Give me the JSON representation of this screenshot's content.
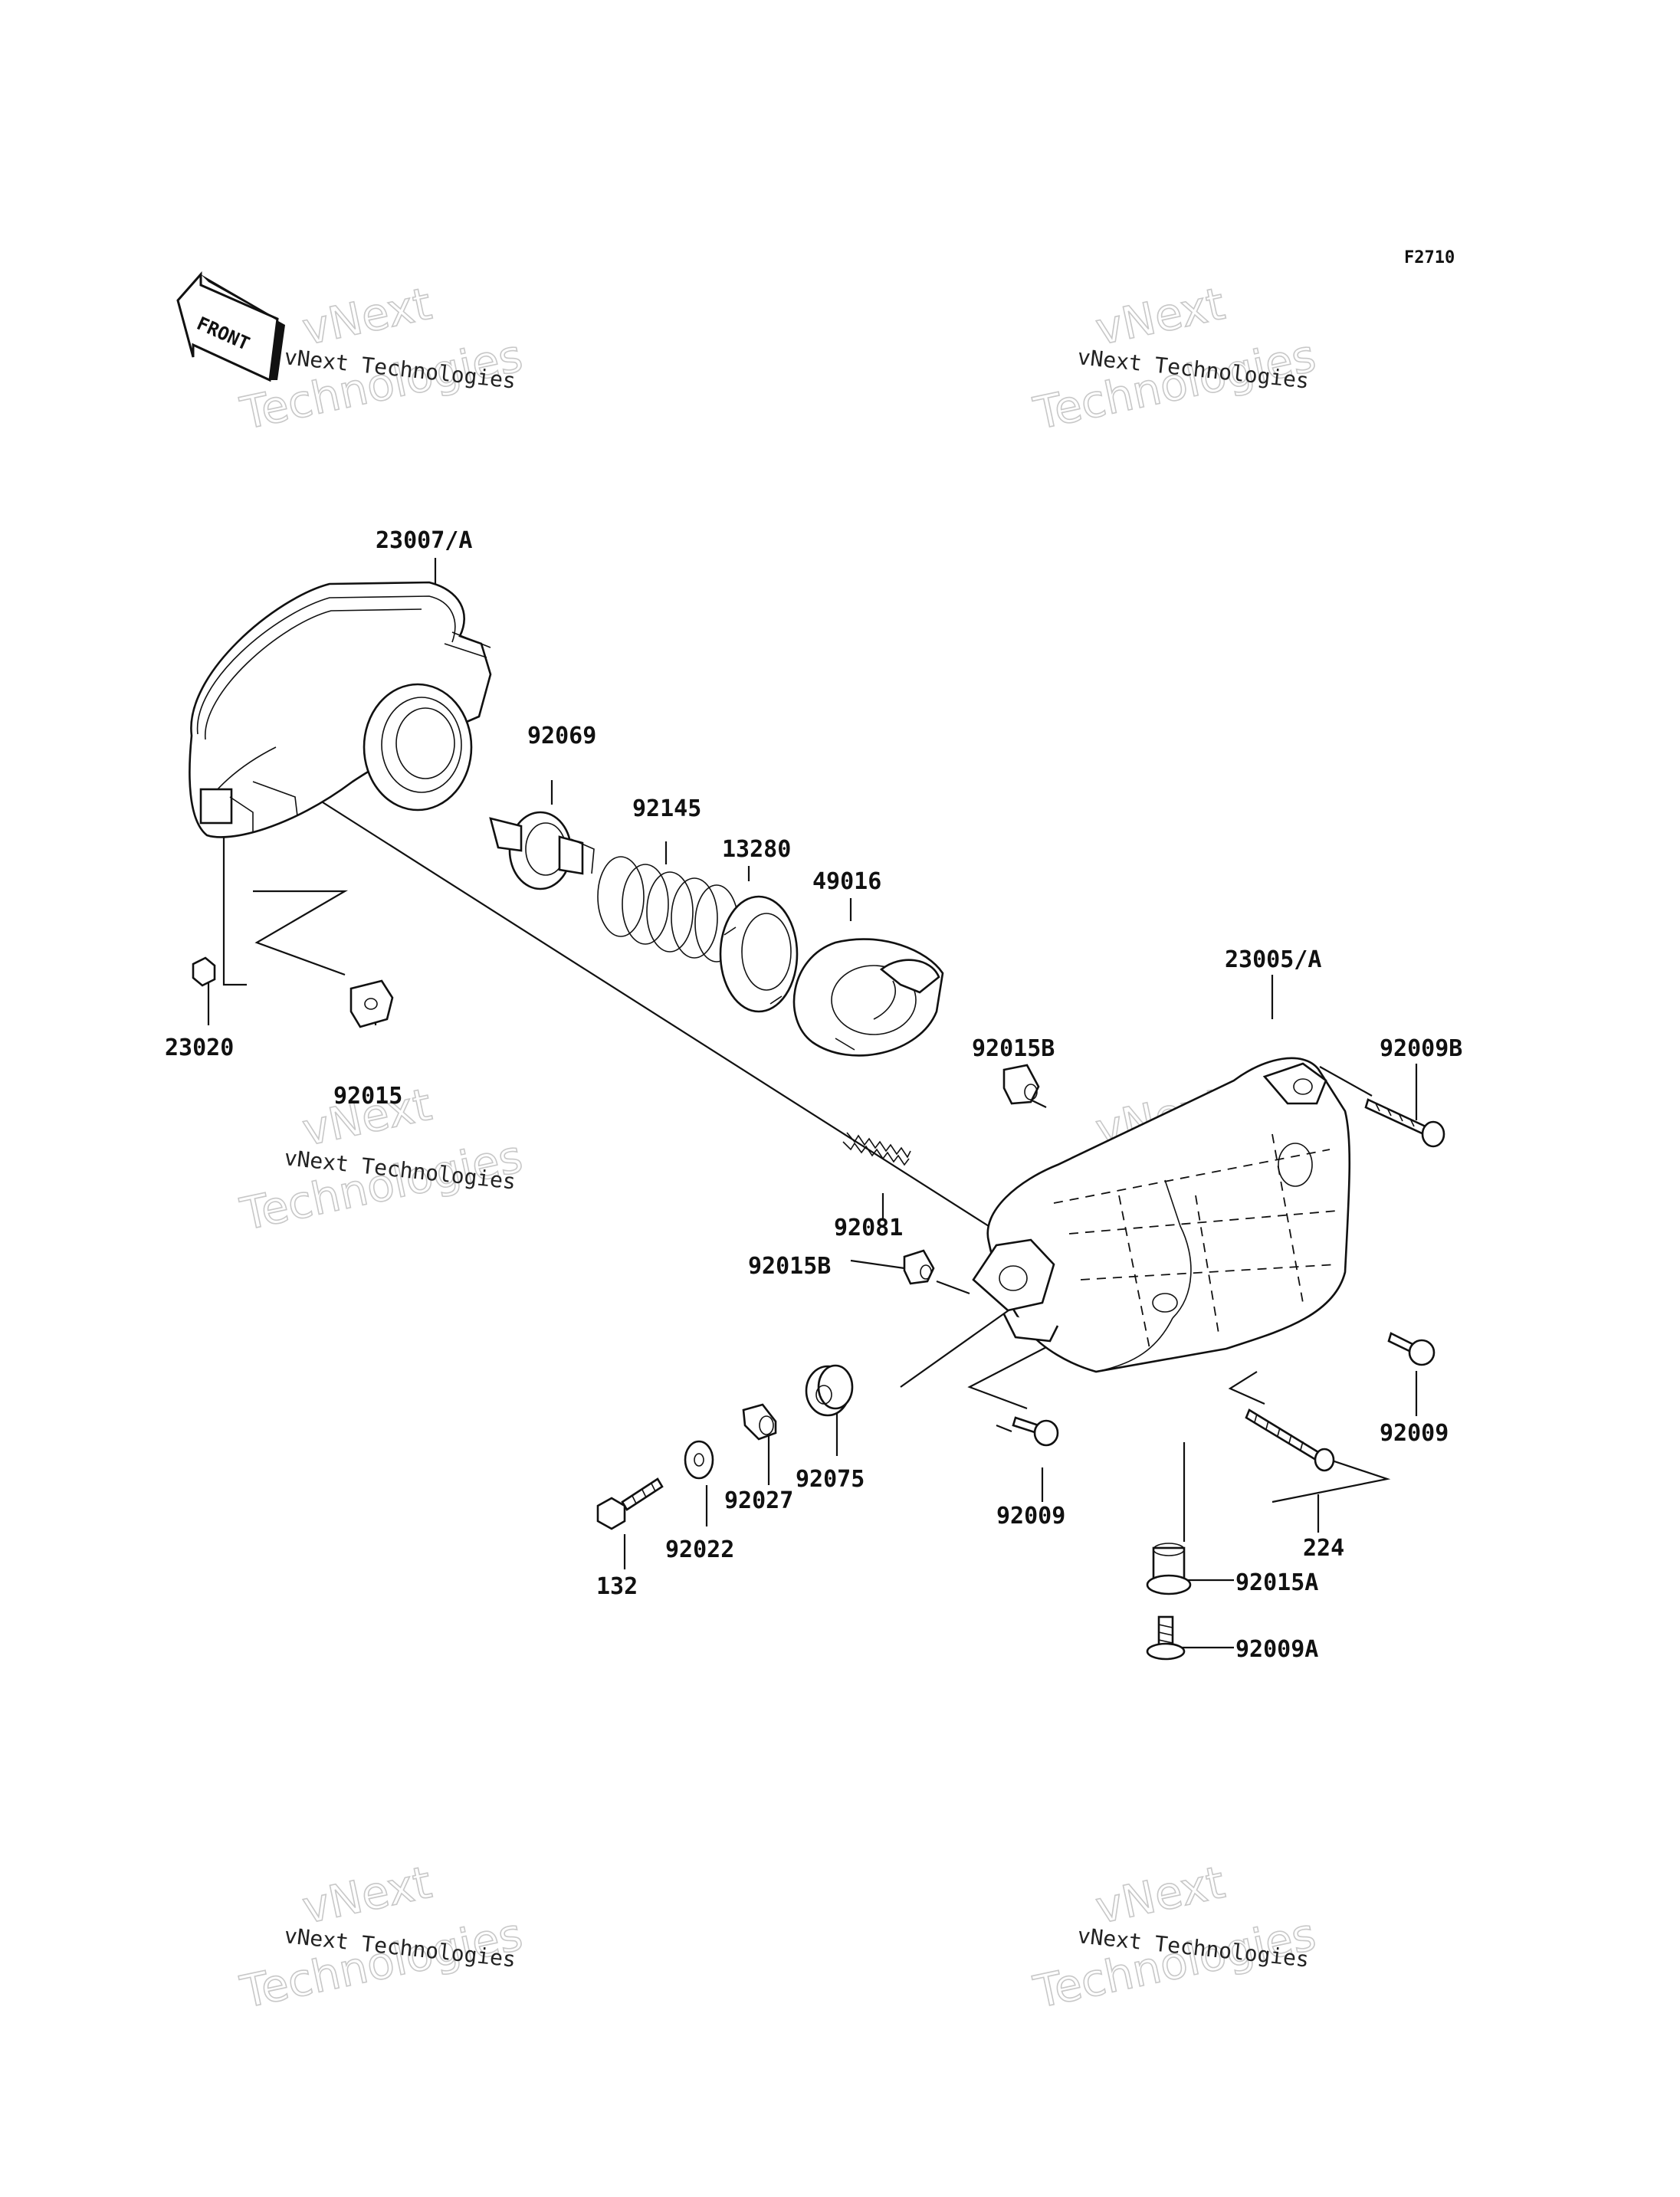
{
  "figure_code": "F2710",
  "front_arrow_label": "FRONT",
  "watermark": {
    "line_small": "vNext Technologies",
    "line_big_1": "vNext",
    "line_big_2": "Technologies"
  },
  "part_numbers": {
    "lens_unit": "23007/A",
    "bulb": "92069",
    "spring": "92145",
    "retainer": "13280",
    "socket_cover": "49016",
    "housing": "23005/A",
    "adjust_spring": "92081",
    "nut_small": "23020",
    "clip": "92015",
    "collar_b_upper": "92015B",
    "collar_b_lower": "92015B",
    "screw_b": "92009B",
    "screw_right": "92009",
    "screw_lower": "92009",
    "screw_224": "224",
    "collar_a": "92015A",
    "screw_a": "92009A",
    "grommet": "92075",
    "collar_92027": "92027",
    "washer": "92022",
    "bolt": "132"
  }
}
